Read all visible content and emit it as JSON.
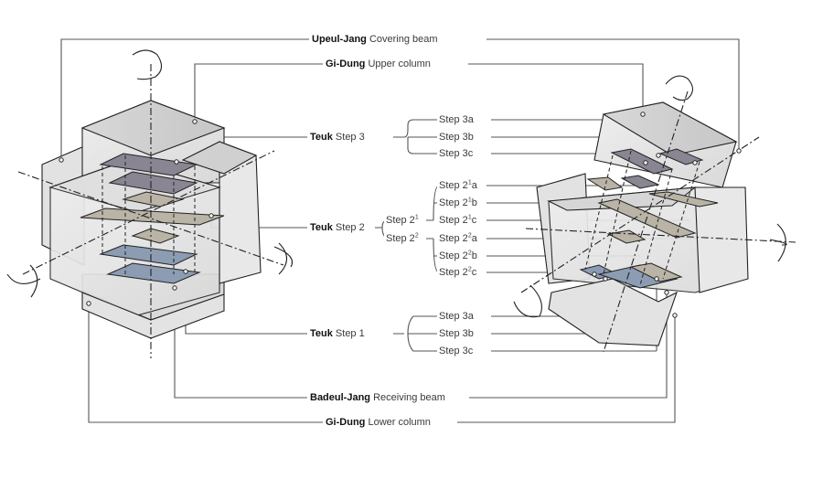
{
  "diagram": {
    "title_labels": {
      "covering_beam": {
        "term": "Upeul-Jang",
        "meaning": "Covering beam"
      },
      "upper_column": {
        "term": "Gi-Dung",
        "meaning": "Upper column"
      },
      "teuk_step3": {
        "term": "Teuk",
        "meaning": "Step 3"
      },
      "teuk_step2": {
        "term": "Teuk",
        "meaning": "Step 2"
      },
      "teuk_step1": {
        "term": "Teuk",
        "meaning": "Step 1"
      },
      "receiving_beam": {
        "term": "Badeul-Jang",
        "meaning": "Receiving beam"
      },
      "lower_column": {
        "term": "Gi-Dung",
        "meaning": "Lower column"
      }
    },
    "step3_substeps": [
      "Step 3a",
      "Step 3b",
      "Step 3c"
    ],
    "step2_groups": [
      {
        "label": "Step 2",
        "sup": "1",
        "items": [
          {
            "base": "Step 2",
            "sup": "1",
            "suffix": "a"
          },
          {
            "base": "Step 2",
            "sup": "1",
            "suffix": "b"
          },
          {
            "base": "Step 2",
            "sup": "1",
            "suffix": "c"
          }
        ]
      },
      {
        "label": "Step 2",
        "sup": "2",
        "items": [
          {
            "base": "Step 2",
            "sup": "2",
            "suffix": "a"
          },
          {
            "base": "Step 2",
            "sup": "2",
            "suffix": "b"
          },
          {
            "base": "Step 2",
            "sup": "2",
            "suffix": "c"
          }
        ]
      }
    ],
    "step1_substeps": [
      "Step 3a",
      "Step 3b",
      "Step 3c"
    ],
    "colors": {
      "step3_plate": "#8a8593",
      "step2_plate": "#b9b4a6",
      "step1_plate": "#8c9cb2",
      "block_face": "#e6e6e6",
      "block_top": "#d2d2d2",
      "leader_line": "#555555"
    }
  }
}
